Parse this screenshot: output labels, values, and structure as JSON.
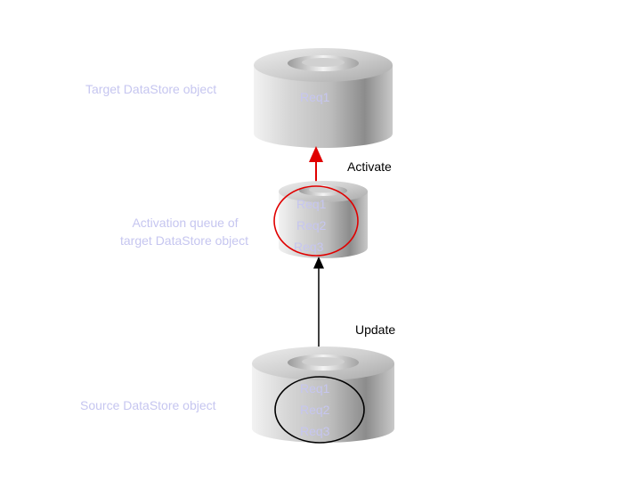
{
  "colors": {
    "label_text": "#c6c6f0",
    "activate_arrow": "#e00000",
    "update_arrow": "#000000",
    "activation_ellipse": "#e00000",
    "source_ellipse": "#000000"
  },
  "target": {
    "label": "Target DataStore object",
    "requests": [
      "Req1"
    ]
  },
  "queue": {
    "label_line1": "Activation queue of",
    "label_line2": "target DataStore object",
    "requests": [
      "Req1",
      "Req2",
      "Req3"
    ]
  },
  "source": {
    "label": "Source DataStore object",
    "requests": [
      "Req1",
      "Req2",
      "Req3"
    ]
  },
  "arrows": {
    "activate_label": "Activate",
    "update_label": "Update"
  }
}
